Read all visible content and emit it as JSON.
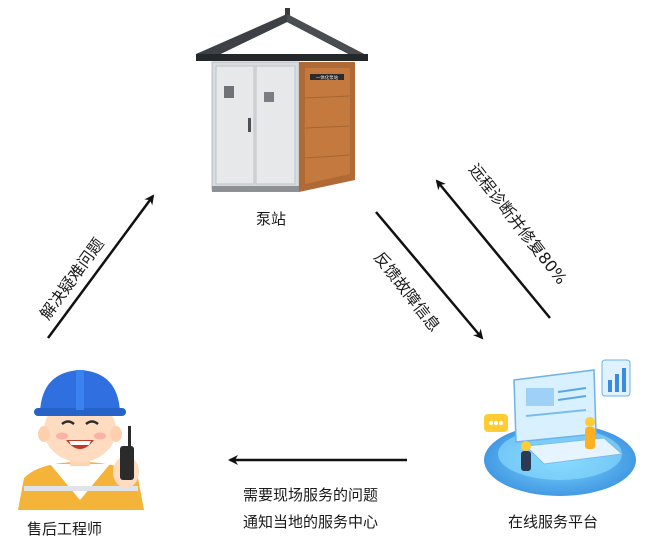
{
  "nodes": {
    "pump_station": {
      "label": "泵站",
      "house_sign": "一体化泵站"
    },
    "platform": {
      "label": "在线服务平台"
    },
    "engineer": {
      "label": "售后工程师"
    }
  },
  "edges": {
    "feedback": "反馈故障信息",
    "remote": "远程诊断并修复80%",
    "resolve": "解决疑难问题",
    "notify_line1": "需要现场服务的问题",
    "notify_line2": "通知当地的服务中心"
  }
}
